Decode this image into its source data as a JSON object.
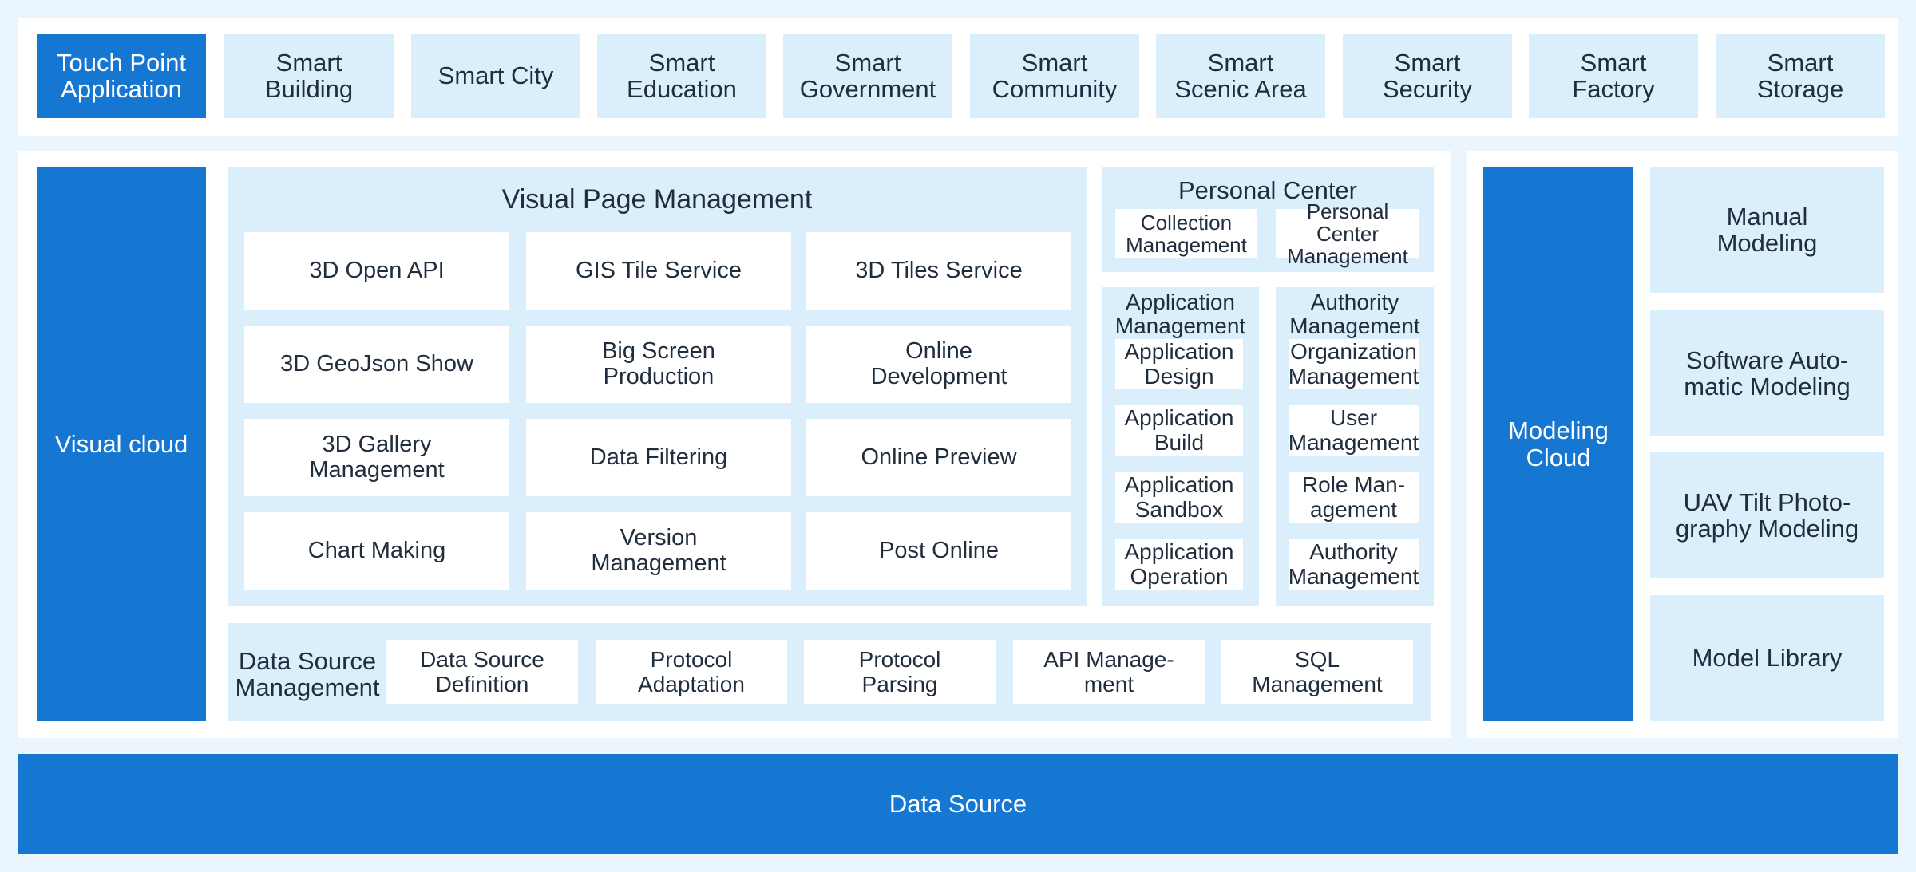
{
  "touch_point": {
    "title": "Touch Point\nApplication",
    "items": [
      "Smart\nBuilding",
      "Smart City",
      "Smart\nEducation",
      "Smart\nGovernment",
      "Smart\nCommunity",
      "Smart\nScenic Area",
      "Smart\nSecurity",
      "Smart\nFactory",
      "Smart\nStorage"
    ]
  },
  "visual_cloud": {
    "title": "Visual cloud",
    "page_management": {
      "title": "Visual Page Management",
      "items": [
        "3D Open API",
        "GIS Tile Service",
        "3D Tiles Service",
        "3D GeoJson Show",
        "Big Screen\nProduction",
        "Online\nDevelopment",
        "3D Gallery\nManagement",
        "Data Filtering",
        "Online Preview",
        "Chart Making",
        "Version\nManagement",
        "Post Online"
      ]
    },
    "personal_center": {
      "title": "Personal Center",
      "items": [
        "Collection\nManagement",
        "Personal Center\nManagement"
      ]
    },
    "application_management": {
      "title": "Application\nManagement",
      "items": [
        "Application\nDesign",
        "Application\nBuild",
        "Application\nSandbox",
        "Application\nOperation"
      ]
    },
    "authority_management": {
      "title": "Authority\nManagement",
      "items": [
        "Organization\nManagement",
        "User\nManagement",
        "Role Man-\nagement",
        "Authority\nManagement"
      ]
    },
    "data_source_management": {
      "title": "Data Source\nManagement",
      "items": [
        "Data Source\nDefinition",
        "Protocol\nAdaptation",
        "Protocol\nParsing",
        "API Manage-\nment",
        "SQL\nManagement"
      ]
    }
  },
  "modeling_cloud": {
    "title": "Modeling\nCloud",
    "items": [
      "Manual\nModeling",
      "Software Auto-\nmatic Modeling",
      "UAV Tilt Photo-\ngraphy Modeling",
      "Model Library"
    ]
  },
  "data_source": {
    "title": "Data Source"
  }
}
